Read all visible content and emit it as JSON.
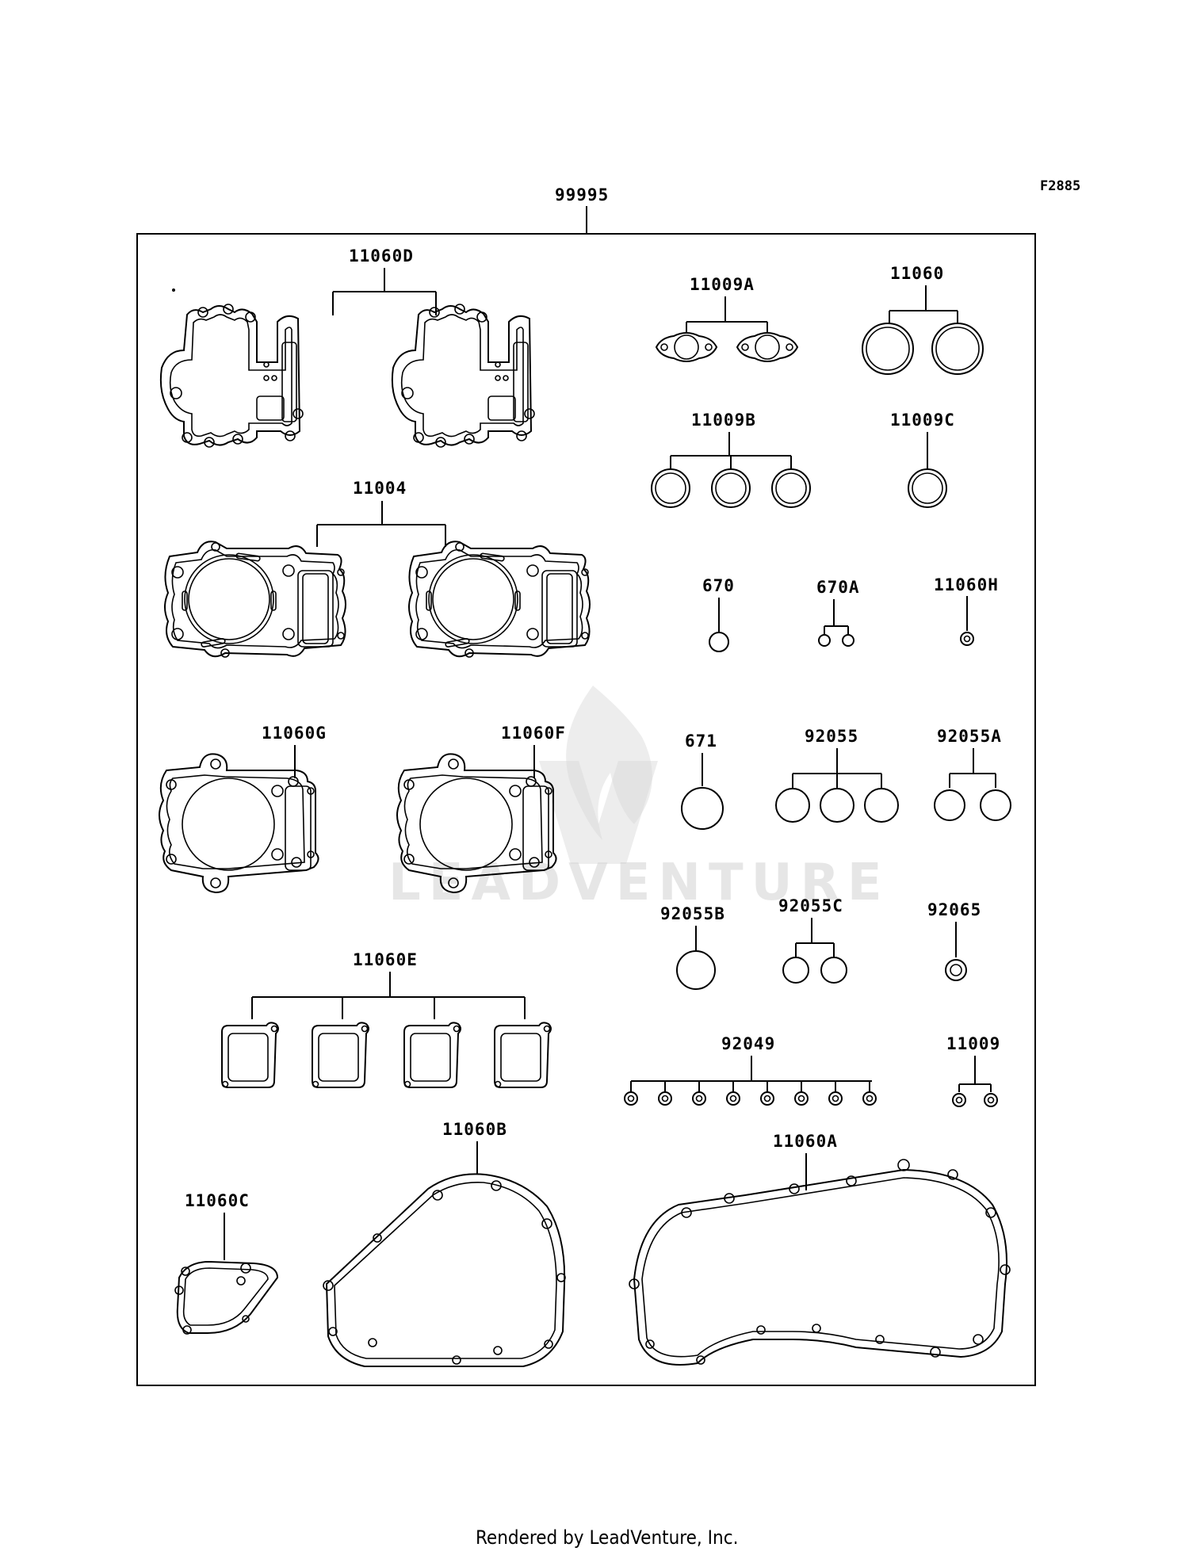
{
  "figure_code": "F2885",
  "assembly_label": "99995",
  "footer_text": "Rendered by LeadVenture, Inc.",
  "watermark_text": "LEADVENTURE",
  "parts": {
    "p11060D": "11060D",
    "p11009A": "11009A",
    "p11060": "11060",
    "p11009B": "11009B",
    "p11009C": "11009C",
    "p11004": "11004",
    "p670": "670",
    "p670A": "670A",
    "p11060H": "11060H",
    "p11060G": "11060G",
    "p11060F": "11060F",
    "p671": "671",
    "p92055": "92055",
    "p92055A": "92055A",
    "p92055B": "92055B",
    "p92055C": "92055C",
    "p92065": "92065",
    "p11060E": "11060E",
    "p92049": "92049",
    "p11009": "11009",
    "p11060B": "11060B",
    "p11060A": "11060A",
    "p11060C": "11060C"
  }
}
